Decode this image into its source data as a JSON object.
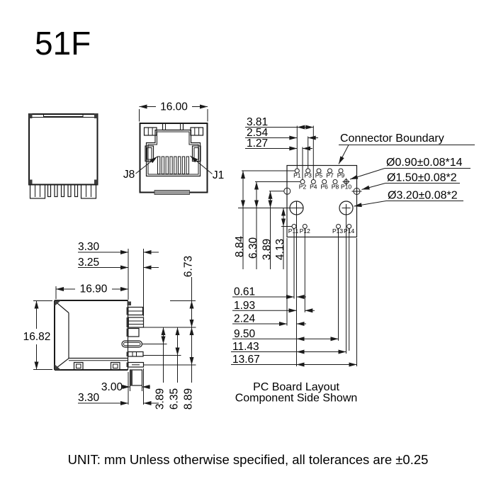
{
  "title": "51F",
  "footer_note": "UNIT: mm Unless otherwise specified, all tolerances are ±0.25",
  "front_view": {
    "dim_width": "16.00",
    "label_j8": "J8",
    "label_j1": "J1"
  },
  "side_view": {
    "dim_top1": "3.30",
    "dim_top2": "3.25",
    "dim_height_right": "6.73",
    "dim_width": "16.90",
    "dim_height": "16.82",
    "dim_post": "3.00",
    "dim_bottom": "3.30",
    "dim_b1": "3.89",
    "dim_b2": "6.35",
    "dim_b3": "8.89"
  },
  "pcb": {
    "caption1": "PC Board Layout",
    "caption2": "Component Side Shown",
    "boundary_label": "Connector Boundary",
    "note_small_holes": "Ø0.90±0.08*14",
    "note_mid_holes": "Ø1.50±0.08*2",
    "note_large_holes": "Ø3.20±0.08*2",
    "dim_top": [
      "3.81",
      "2.54",
      "1.27"
    ],
    "dim_left": [
      "8.84",
      "6.30",
      "3.89",
      "4.13"
    ],
    "dim_bottom": [
      "0.61",
      "1.93",
      "2.24",
      "9.50",
      "11.43",
      "13.67"
    ],
    "pins_row1": [
      "P1",
      "P3",
      "P5",
      "P7",
      "P9"
    ],
    "pins_row2": [
      "P2",
      "P4",
      "P6",
      "P8",
      "P10"
    ],
    "pins_row3": [
      "P11",
      "P12",
      "P13",
      "P14"
    ]
  },
  "colors": {
    "line": "#1a1a1a",
    "background": "#ffffff"
  }
}
